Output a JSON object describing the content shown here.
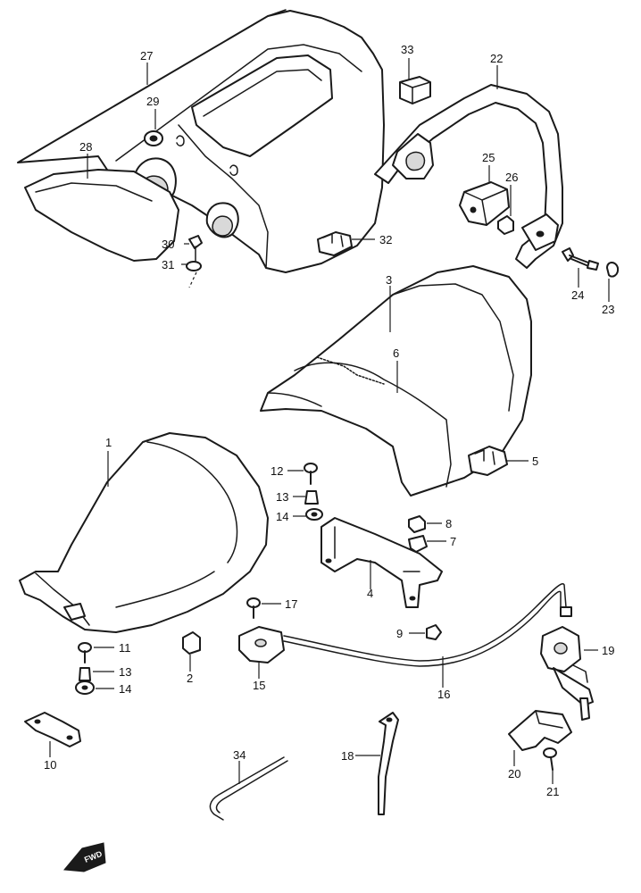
{
  "diagram": {
    "callouts": [
      "1",
      "2",
      "3",
      "4",
      "5",
      "6",
      "7",
      "8",
      "9",
      "10",
      "11",
      "12",
      "13",
      "13",
      "14",
      "14",
      "15",
      "16",
      "17",
      "18",
      "19",
      "20",
      "21",
      "22",
      "23",
      "24",
      "25",
      "26",
      "27",
      "28",
      "29",
      "30",
      "31",
      "32",
      "33",
      "34"
    ],
    "fwd_label": "FWD"
  }
}
